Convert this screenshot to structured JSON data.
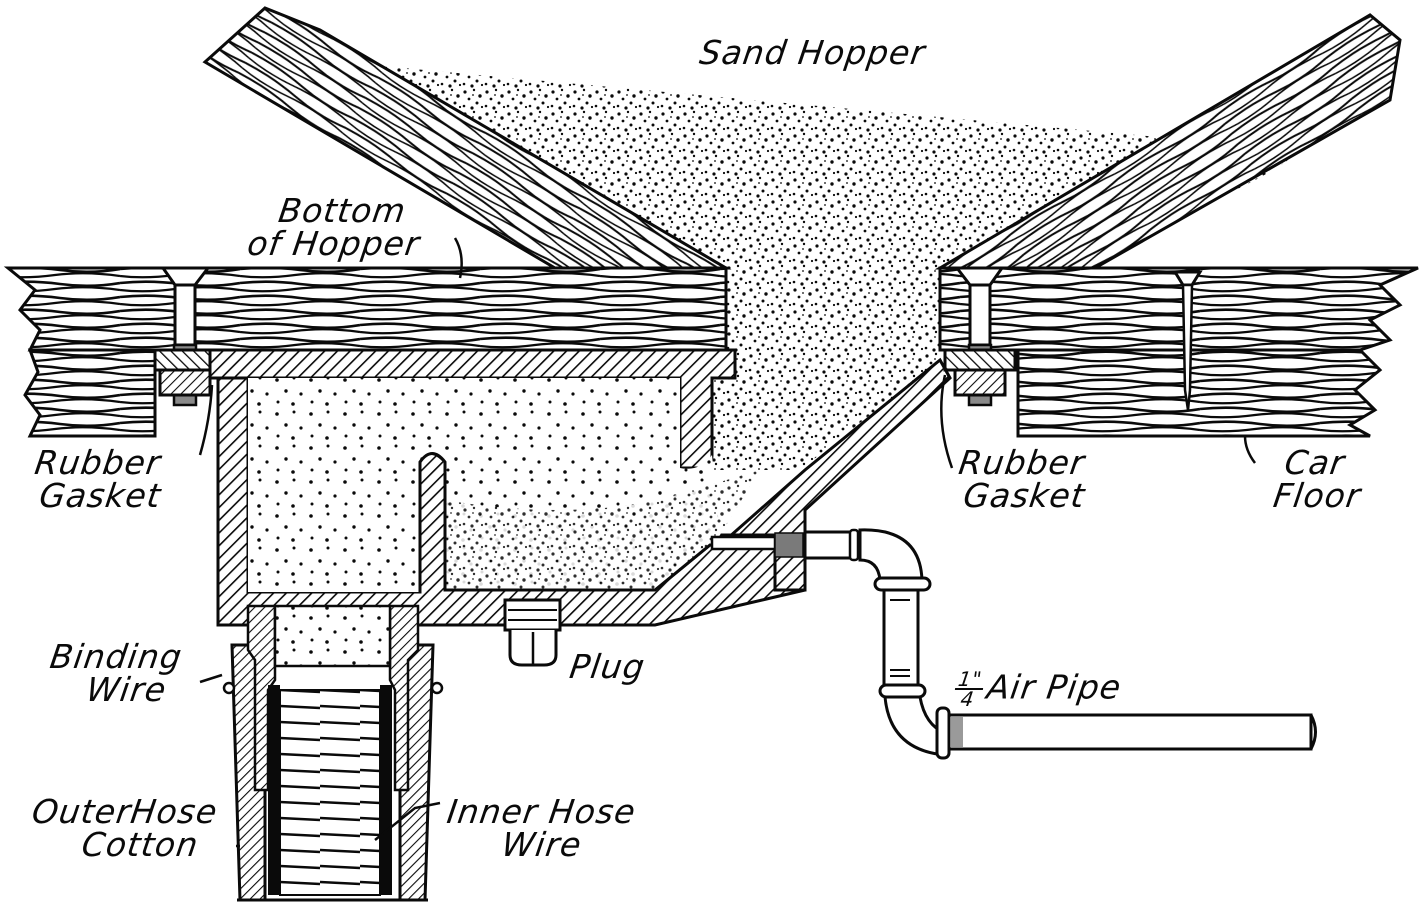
{
  "diagram": {
    "title": "Sand Hopper",
    "colors": {
      "ink": "#0a0a0a",
      "paper": "#ffffff",
      "thread": "#8a8a8a"
    },
    "labels": {
      "sand_hopper": "Sand Hopper",
      "bottom_of_hopper_line1": "Bottom",
      "bottom_of_hopper_line2": "of Hopper",
      "rubber_gasket_left_line1": "Rubber",
      "rubber_gasket_left_line2": "Gasket",
      "rubber_gasket_right_line1": "Rubber",
      "rubber_gasket_right_line2": "Gasket",
      "car_floor_line1": "Car",
      "car_floor_line2": "Floor",
      "binding_wire_line1": "Binding",
      "binding_wire_line2": "Wire",
      "plug": "Plug",
      "air_pipe_fraction_num": "1\"",
      "air_pipe_fraction_den": "4",
      "air_pipe": "Air Pipe",
      "outer_hose_line1": "OuterHose",
      "outer_hose_line2": "Cotton",
      "inner_hose_line1": "Inner Hose",
      "inner_hose_line2": "Wire"
    },
    "components": [
      "sand-hopper",
      "hopper-side-board-left",
      "hopper-side-board-right",
      "bottom-of-hopper-board",
      "car-floor",
      "sander-casting",
      "rubber-gasket-left",
      "rubber-gasket-right",
      "bolt-left",
      "bolt-right",
      "wood-screw",
      "plug",
      "air-pipe",
      "outer-hose",
      "inner-hose",
      "binding-wire"
    ]
  }
}
